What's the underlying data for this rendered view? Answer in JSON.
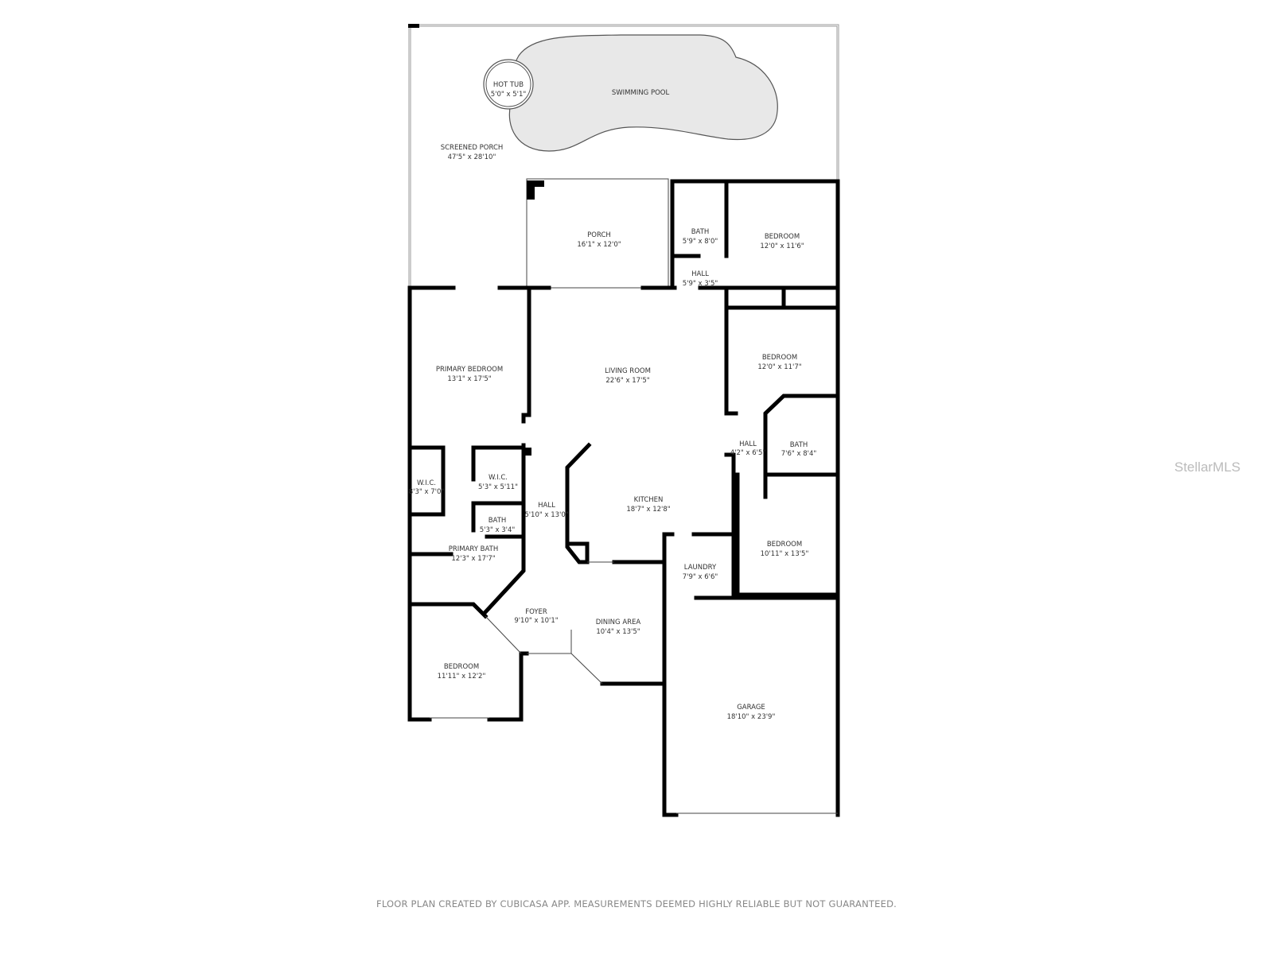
{
  "rooms": {
    "screened_porch": {
      "name": "SCREENED PORCH",
      "size": "47'5\" x 28'10\""
    },
    "hot_tub": {
      "name": "HOT TUB",
      "size": "5'0\" x 5'1\""
    },
    "swimming_pool": {
      "name": "SWIMMING POOL"
    },
    "porch": {
      "name": "PORCH",
      "size": "16'1\" x 12'0\""
    },
    "bath_top": {
      "name": "BATH",
      "size": "5'9\" x 8'0\""
    },
    "hall_top": {
      "name": "HALL",
      "size": "5'9\" x 3'5\""
    },
    "bedroom_top_right": {
      "name": "BEDROOM",
      "size": "12'0\" x 11'6\""
    },
    "primary_bedroom": {
      "name": "PRIMARY BEDROOM",
      "size": "13'1\" x 17'5\""
    },
    "living_room": {
      "name": "LIVING ROOM",
      "size": "22'6\" x 17'5\""
    },
    "bedroom_mid_right": {
      "name": "BEDROOM",
      "size": "12'0\" x 11'7\""
    },
    "hall_right": {
      "name": "HALL",
      "size": "4'2\" x 6'5\""
    },
    "bath_right": {
      "name": "BATH",
      "size": "7'6\" x 8'4\""
    },
    "wic_left": {
      "name": "W.I.C.",
      "size": "8'3\" x 7'0\""
    },
    "wic_center": {
      "name": "W.I.C.",
      "size": "5'3\" x 5'11\""
    },
    "bath_primary_small": {
      "name": "BATH",
      "size": "5'3\" x 3'4\""
    },
    "hall_center": {
      "name": "HALL",
      "size": "5'10\" x 13'0\""
    },
    "kitchen": {
      "name": "KITCHEN",
      "size": "18'7\" x 12'8\""
    },
    "primary_bath": {
      "name": "PRIMARY BATH",
      "size": "12'3\" x 17'7\""
    },
    "bedroom_lower_right": {
      "name": "BEDROOM",
      "size": "10'11\" x 13'5\""
    },
    "laundry": {
      "name": "LAUNDRY",
      "size": "7'9\" x 6'6\""
    },
    "foyer": {
      "name": "FOYER",
      "size": "9'10\" x 10'1\""
    },
    "dining_area": {
      "name": "DINING AREA",
      "size": "10'4\" x 13'5\""
    },
    "bedroom_bottom_left": {
      "name": "BEDROOM",
      "size": "11'11\" x 12'2\""
    },
    "garage": {
      "name": "GARAGE",
      "size": "18'10\" x 23'9\""
    }
  },
  "colors": {
    "wall": "#000000",
    "pool_fill": "#e8e8e8",
    "text": "#333333",
    "footer": "#888888"
  },
  "watermark": "StellarMLS",
  "footer": "FLOOR PLAN CREATED BY CUBICASA APP. MEASUREMENTS DEEMED HIGHLY RELIABLE BUT NOT GUARANTEED."
}
